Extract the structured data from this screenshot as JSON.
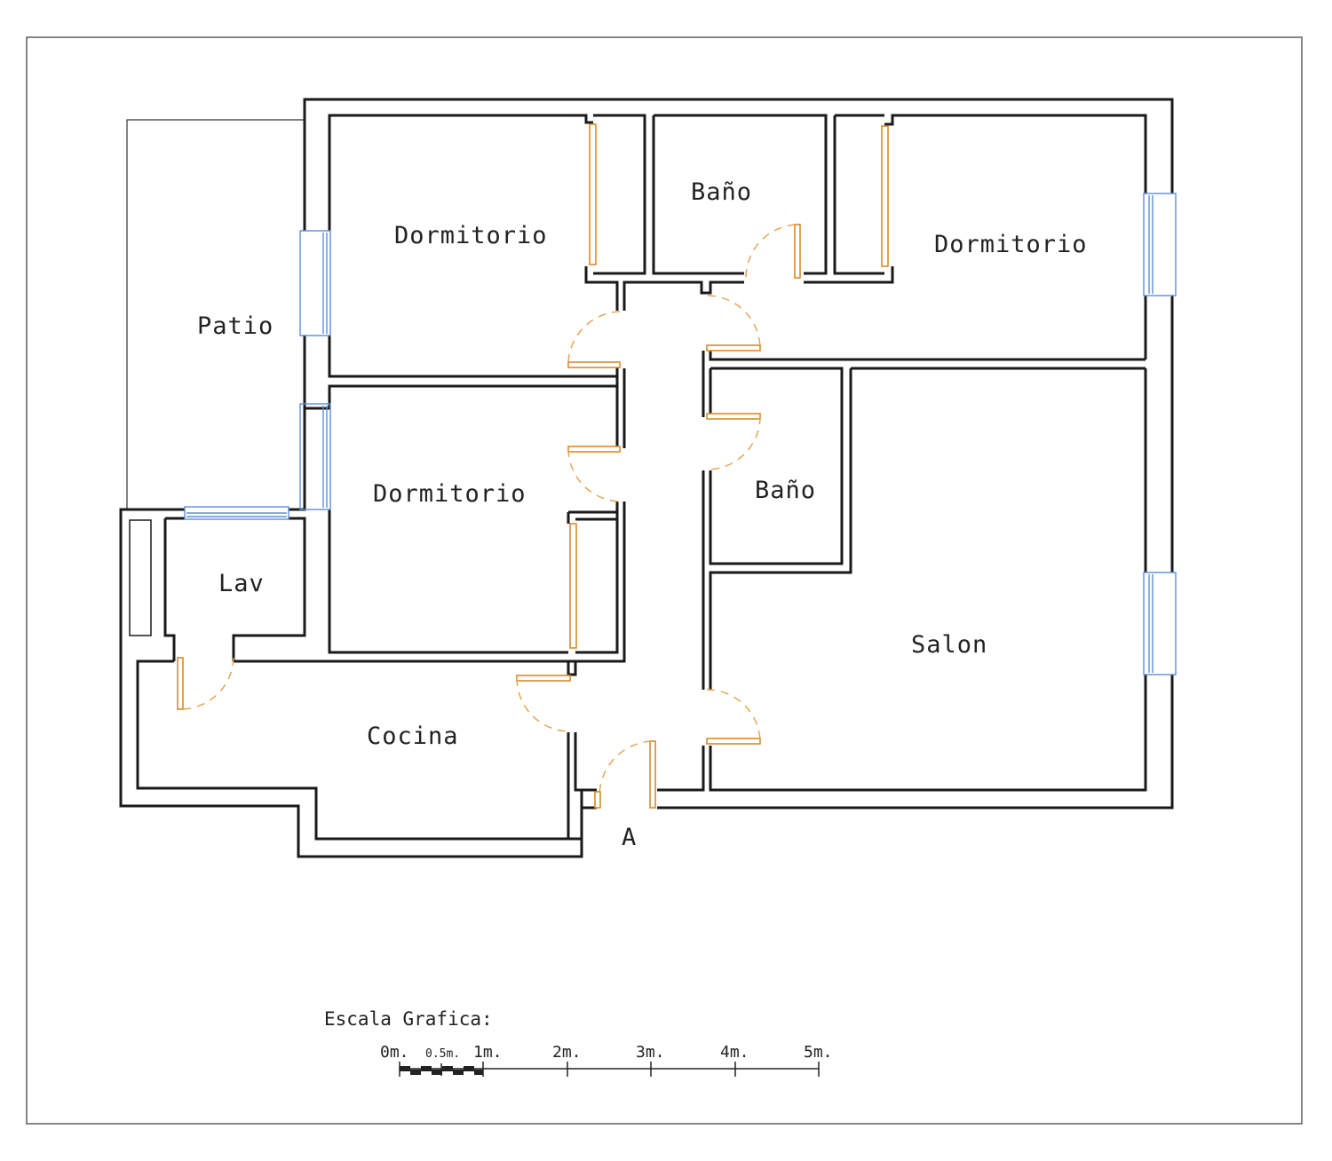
{
  "rooms": {
    "dormitorio_nw": "Dormitorio",
    "bano_north": "Baño",
    "dormitorio_ne": "Dormitorio",
    "patio": "Patio",
    "dormitorio_w": "Dormitorio",
    "bano_center": "Baño",
    "lav": "Lav",
    "salon": "Salon",
    "cocina": "Cocina",
    "entrance": "A"
  },
  "scale": {
    "title": "Escala Grafica:",
    "ticks": [
      "0m.",
      "0.5m.",
      "1m.",
      "2m.",
      "3m.",
      "4m.",
      "5m."
    ]
  },
  "colors": {
    "walls": "#1a1a1a",
    "doors": "#d98a2b",
    "windows": "#5b8fd6"
  }
}
